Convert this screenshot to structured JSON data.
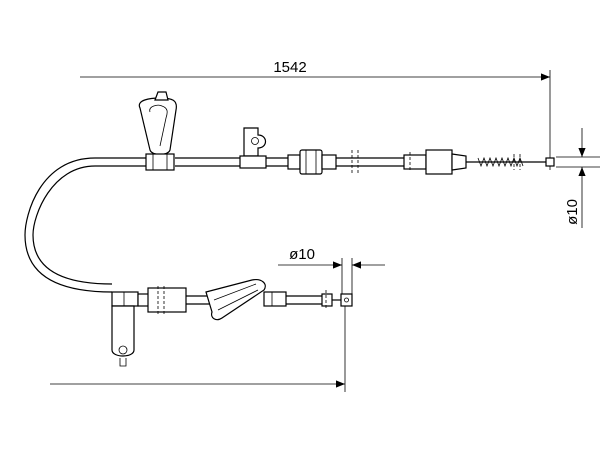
{
  "dimensions": {
    "total_length": "1542",
    "diameter_right": "ø10",
    "diameter_left": "ø10"
  },
  "colors": {
    "stroke": "#000000",
    "background": "#ffffff"
  }
}
